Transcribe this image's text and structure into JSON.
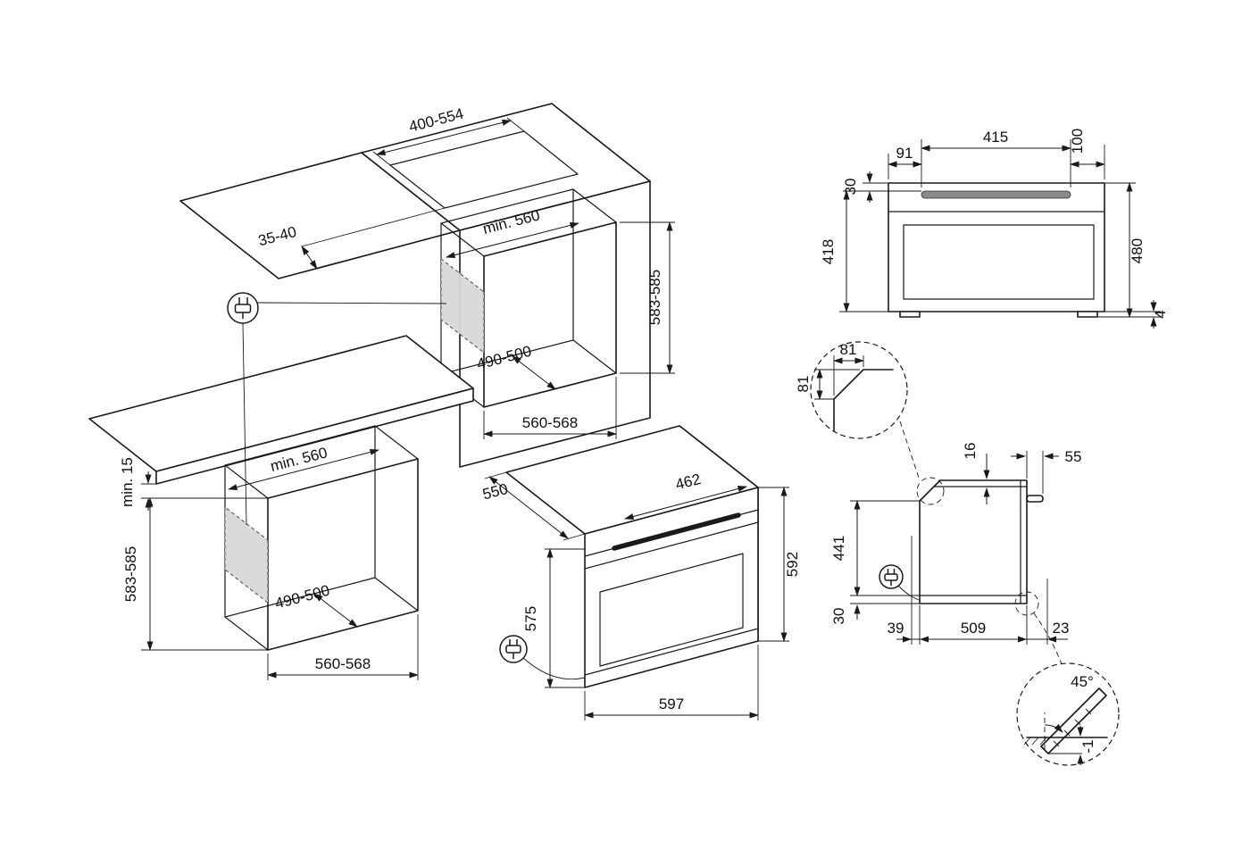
{
  "colors": {
    "line": "#1a1a1a",
    "connection_area_fill": "#d8d8d8",
    "vent_slot_fill": "#8a8a8a"
  },
  "diagram": {
    "tall_cabinet": {
      "top_cutout_width": "400-554",
      "top_cutout_offset": "35-40",
      "niche_min_width": "min. 560",
      "niche_depth": "490-500",
      "niche_width": "560-568",
      "niche_height": "583-585"
    },
    "base_cabinet": {
      "worktop_clearance": "min. 15",
      "niche_min_width": "min. 560",
      "niche_depth": "490-500",
      "niche_width": "560-568",
      "niche_height": "583-585"
    },
    "oven_iso": {
      "depth": "550",
      "top_width": "462",
      "body_height": "575",
      "height": "592",
      "width": "597"
    },
    "front_view": {
      "vent_left_offset": "91",
      "vent_width": "415",
      "vent_right_offset": "100",
      "vent_top_offset": "30",
      "lower_height": "418",
      "total_height": "480",
      "feet_height": "4"
    },
    "side_view": {
      "chamfer_width": "81",
      "chamfer_height": "81",
      "top_clearance": "16",
      "handle_depth": "55",
      "rear_height": "441",
      "plinth_height": "30",
      "rear_gap": "39",
      "body_depth": "509",
      "front_gap": "23",
      "door_angle": "45°",
      "door_clearance": "-1"
    }
  }
}
